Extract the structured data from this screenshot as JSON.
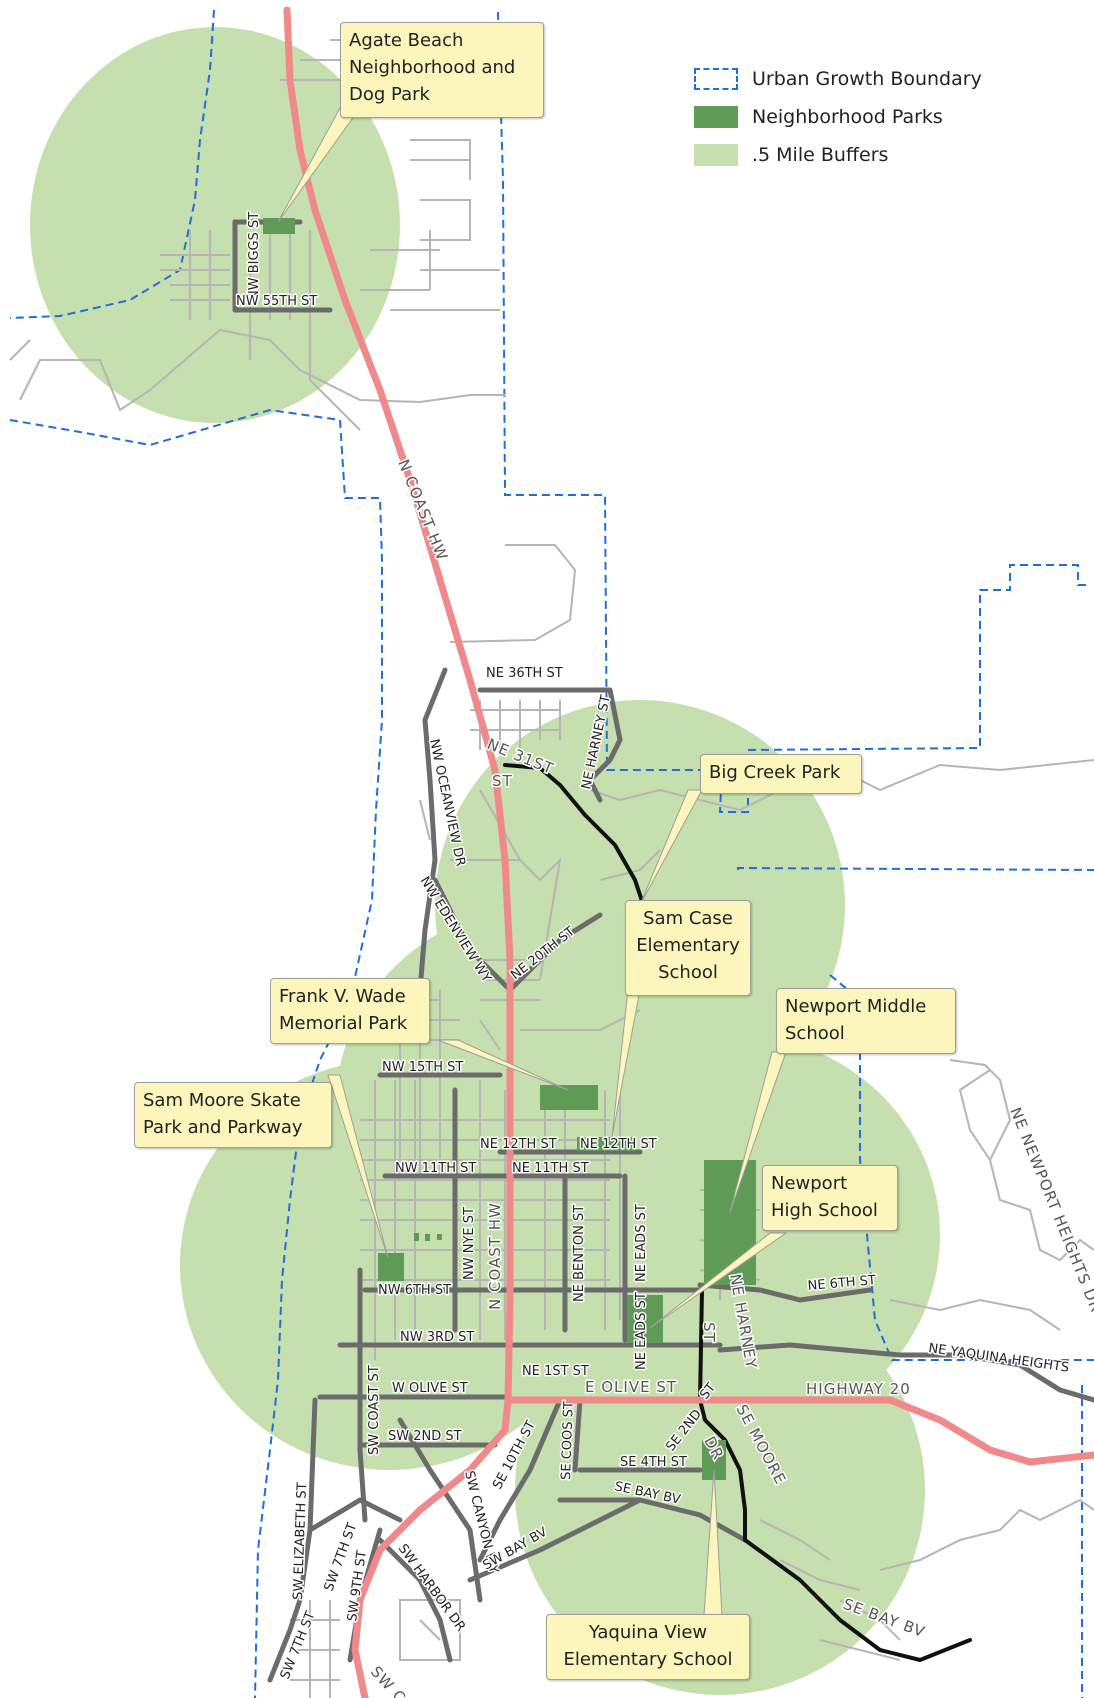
{
  "legend": {
    "items": [
      {
        "label": "Urban Growth Boundary",
        "swatch": "dashed-blue-outline"
      },
      {
        "label": "Neighborhood Parks",
        "swatch": "dark-green-fill"
      },
      {
        "label": ".5 Mile Buffers",
        "swatch": "light-green-fill"
      }
    ]
  },
  "colors": {
    "buffer": "#c6dfae",
    "park": "#5f9b57",
    "highway": "#f08a8a",
    "ugb": "#1f6fd6",
    "major_road": "#6b6b6b",
    "minor_road": "#b5b5b5",
    "black_road": "#111111",
    "callout_fill": "#fcf6bd"
  },
  "callouts": {
    "agate": "Agate Beach Neighborhood and Dog Park",
    "big_creek": "Big Creek Park",
    "sam_case": "Sam Case Elementary School",
    "frank_wade": "Frank V. Wade Memorial Park",
    "newport_middle": "Newport Middle School",
    "sam_moore": "Sam Moore Skate Park and Parkway",
    "newport_high": "Newport High School",
    "yaquina_view": "Yaquina View Elementary School"
  },
  "streets": {
    "nw_biggs": "NW BIGGS ST",
    "nw_55th": "NW 55TH ST",
    "n_coast_hw": "N COAST HW",
    "ne_36th": "NE 36TH ST",
    "ne_31st": "NE 31ST",
    "st_a": "ST",
    "ne_harney_n": "NE HARNEY ST",
    "nw_oceanview": "NW OCEANVIEW DR",
    "nw_edenview": "NW EDENVIEW WY",
    "ne_20th": "NE 20TH ST",
    "nw_15th": "NW 15TH ST",
    "ne_12th_a": "NE 12TH ST",
    "ne_12th_b": "NE 12TH ST",
    "nw_11th": "NW 11TH ST",
    "ne_11th": "NE 11TH ST",
    "nw_nye": "NW NYE ST",
    "n_coast_hw_s": "N COAST HW",
    "ne_benton": "NE BENTON ST",
    "ne_eads_a": "NE EADS ST",
    "ne_eads_b": "NE EADS ST",
    "nw_6th": "NW 6TH ST",
    "ne_6th": "NE 6TH ST",
    "ne_harney_s": "NE HARNEY",
    "st_b": "ST",
    "ne_newport_heights": "NE NEWPORT HEIGHTS DR",
    "nw_3rd": "NW 3RD ST",
    "ne_yaquina_heights": "NE YAQUINA HEIGHTS",
    "ne_1st": "NE 1ST ST",
    "w_olive": "W OLIVE ST",
    "e_olive": "E OLIVE ST",
    "highway_20": "HIGHWAY 20",
    "sw_coast": "SW COAST ST",
    "sw_2nd": "SW 2ND ST",
    "se_10th": "SE 10TH ST",
    "se_coos": "SE COOS ST",
    "se_2nd": "SE 2ND",
    "st_c": "ST",
    "se_moore": "SE MOORE",
    "dr": "DR",
    "se_4th": "SE 4TH ST",
    "se_bay_a": "SE BAY BV",
    "sw_elizabeth": "SW ELIZABETH ST",
    "sw_7th_a": "SW 7TH ST",
    "sw_7th_b": "SW 7TH ST",
    "sw_canyon": "SW CANYON WY",
    "sw_bay": "SW BAY BV",
    "sw_9th": "SW 9TH ST",
    "sw_harbor": "SW HARBOR DR",
    "sw_co": "SW CO",
    "se_bay_b": "SE BAY BV"
  }
}
